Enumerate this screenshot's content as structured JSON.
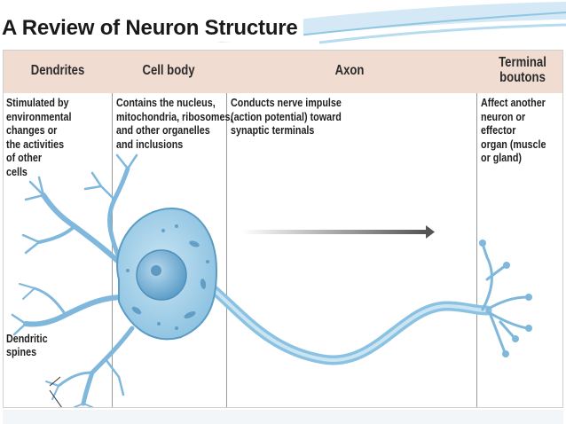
{
  "slide": {
    "title": "A Review of Neuron Structure"
  },
  "table": {
    "headers": [
      "Dendrites",
      "Cell body",
      "Axon",
      "Terminal\nboutons"
    ],
    "descriptions": [
      "Stimulated by\nenvironmental\nchanges or\nthe activities\nof other\ncells",
      "Contains the nucleus,\nmitochondria, ribosomes,\nand other organelles\nand inclusions",
      "Conducts nerve impulse\n(action potential) toward\nsynaptic terminals",
      "Affect another\nneuron or effector\norgan (muscle\nor gland)"
    ]
  },
  "diagram": {
    "spines_label": "Dendritic\nspines"
  },
  "colors": {
    "header_band": "#f1dcd2",
    "neuron_fill": "#a9d3ea",
    "neuron_stroke": "#5a9cc4",
    "arrow": "#555555",
    "swoosh": "#8fc6e2"
  }
}
